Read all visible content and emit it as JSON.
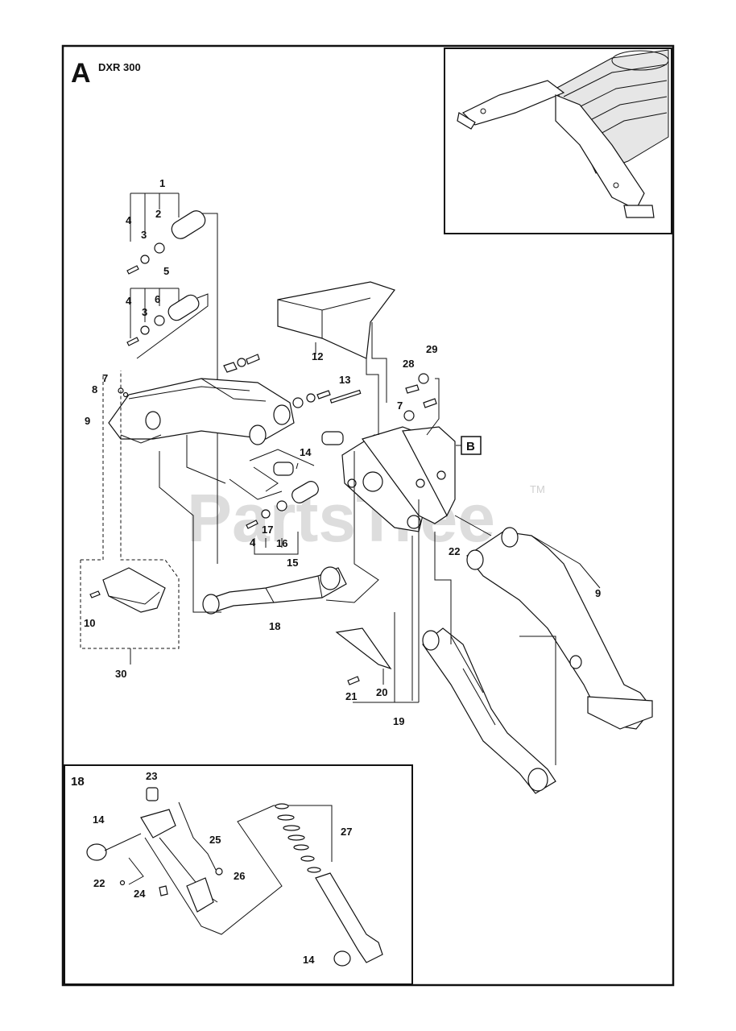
{
  "diagram": {
    "section_letter": "A",
    "model": "DXR 300",
    "watermark": "PartsTree",
    "watermark_tm": "TM",
    "detail_box_letter": "B",
    "detail_section_label": "18",
    "callouts": {
      "c1": "1",
      "c2": "2",
      "c3a": "3",
      "c3b": "3",
      "c4a": "4",
      "c4b": "4",
      "c4c": "4",
      "c5": "5",
      "c6": "6",
      "c7a": "7",
      "c7b": "7",
      "c8": "8",
      "c9a": "9",
      "c9b": "9",
      "c10": "10",
      "c12": "12",
      "c13": "13",
      "c14a": "14",
      "c14b": "14",
      "c14c": "14",
      "c15": "15",
      "c16": "16",
      "c17": "17",
      "c18": "18",
      "c19": "19",
      "c20": "20",
      "c21": "21",
      "c22a": "22",
      "c22b": "22",
      "c23": "23",
      "c24": "24",
      "c25": "25",
      "c26": "26",
      "c27": "27",
      "c28": "28",
      "c29": "29",
      "c30": "30"
    }
  }
}
